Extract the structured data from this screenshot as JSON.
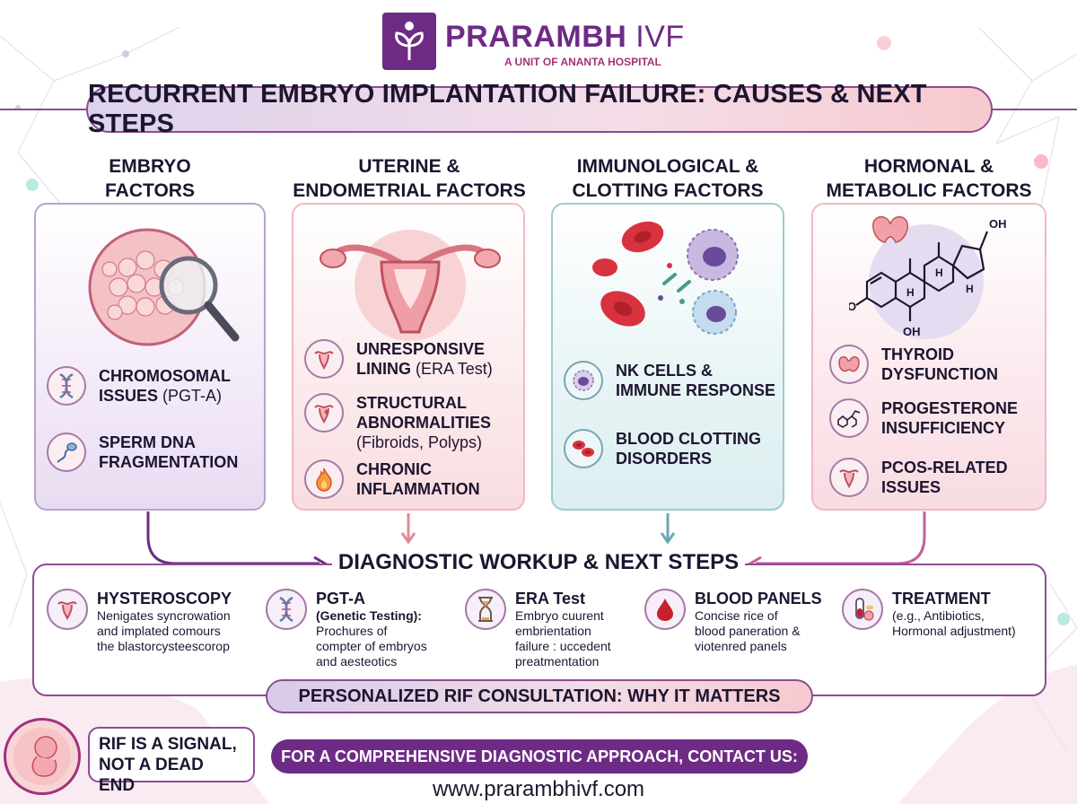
{
  "header": {
    "brand_main": "PRARAMBH",
    "brand_suffix": "IVF",
    "tagline": "A UNIT OF ANANTA HOSPITAL",
    "logo_icon": "heart-tree-icon"
  },
  "title": "RECURRENT EMBRYO IMPLANTATION FAILURE: CAUSES & NEXT STEPS",
  "columns": [
    {
      "heading_line1": "EMBRYO",
      "heading_line2": "FACTORS",
      "illustration": "embryo-magnifier-icon",
      "items": [
        {
          "icon": "dna-icon",
          "bold": "CHROMOSOMAL ISSUES",
          "normal": "(PGT-A)"
        },
        {
          "icon": "sperm-icon",
          "bold": "SPERM DNA FRAGMENTATION",
          "normal": ""
        }
      ]
    },
    {
      "heading_line1": "UTERINE &",
      "heading_line2": "ENDOMETRIAL FACTORS",
      "illustration": "uterus-icon",
      "items": [
        {
          "icon": "uterus-icon",
          "bold": "UNRESPONSIVE LINING",
          "normal": "(ERA Test)"
        },
        {
          "icon": "uterus-icon",
          "bold": "STRUCTURAL ABNORMALITIES",
          "normal": "(Fibroids, Polyps)"
        },
        {
          "icon": "flame-icon",
          "bold": "CHRONIC INFLAMMATION",
          "normal": ""
        }
      ]
    },
    {
      "heading_line1": "IMMUNOLOGICAL &",
      "heading_line2": "CLOTTING FACTORS",
      "illustration": "immune-cells-icon",
      "items": [
        {
          "icon": "nk-cell-icon",
          "bold": "NK CELLS & IMMUNE RESPONSE",
          "normal": ""
        },
        {
          "icon": "blood-cells-icon",
          "bold": "BLOOD CLOTTING DISORDERS",
          "normal": ""
        }
      ]
    },
    {
      "heading_line1": "HORMONAL &",
      "heading_line2": "METABOLIC FACTORS",
      "illustration": "steroid-molecule-icon",
      "molecule_labels": {
        "oh_top": "OH",
        "oh_bottom": "OH",
        "o": "O",
        "h": "H"
      },
      "items": [
        {
          "icon": "thyroid-icon",
          "bold": "THYROID DYSFUNCTION",
          "normal": ""
        },
        {
          "icon": "molecule-icon",
          "bold": "PROGESTERONE INSUFFICIENCY",
          "normal": ""
        },
        {
          "icon": "uterus-icon",
          "bold": "PCOS-RELATED ISSUES",
          "normal": ""
        }
      ]
    }
  ],
  "diagnostic": {
    "title": "DIAGNOSTIC WORKUP & NEXT STEPS",
    "steps": [
      {
        "icon": "uterus-icon",
        "title": "HYSTEROSCOPY",
        "subtitle": "",
        "desc": [
          "Nenigates syncrowation",
          "and implated comours",
          "the blastorcysteescorop"
        ]
      },
      {
        "icon": "dna-icon",
        "title": "PGT-A",
        "subtitle": "(Genetic Testing):",
        "desc": [
          "Prochures of",
          "compter of embryos",
          "and aesteotics"
        ]
      },
      {
        "icon": "hourglass-icon",
        "title": "ERA Test",
        "subtitle": "",
        "desc": [
          "Embryo cuurent",
          "embrientation",
          "failure : uccedent",
          "preatmentation"
        ]
      },
      {
        "icon": "blood-drop-icon",
        "title": "BLOOD PANELS",
        "subtitle": "",
        "desc": [
          "Concise rice of",
          "blood paneration &",
          "viotenred panels"
        ]
      },
      {
        "icon": "test-tube-pills-icon",
        "title": "TREATMENT",
        "subtitle": "",
        "desc": [
          "(e.g., Antibiotics,",
          "Hormonal adjustment)"
        ]
      }
    ],
    "consultation": "PERSONALIZED RIF CONSULTATION: WHY IT MATTERS"
  },
  "footer": {
    "signal_line1": "RIF IS A SIGNAL,",
    "signal_line2": "NOT A DEAD END",
    "fetus_icon": "fetus-icon",
    "contact": "FOR A COMPREHENSIVE DIAGNOSTIC APPROACH, CONTACT US:",
    "url": "www.prarambhivf.com"
  },
  "colors": {
    "brand_purple": "#6e2b86",
    "accent_magenta": "#a3307c",
    "embryo_panel": "#e8dcf2",
    "uterine_panel": "#f9dde0",
    "immune_panel": "#dbeef0",
    "hormonal_panel": "#f8dce2"
  }
}
